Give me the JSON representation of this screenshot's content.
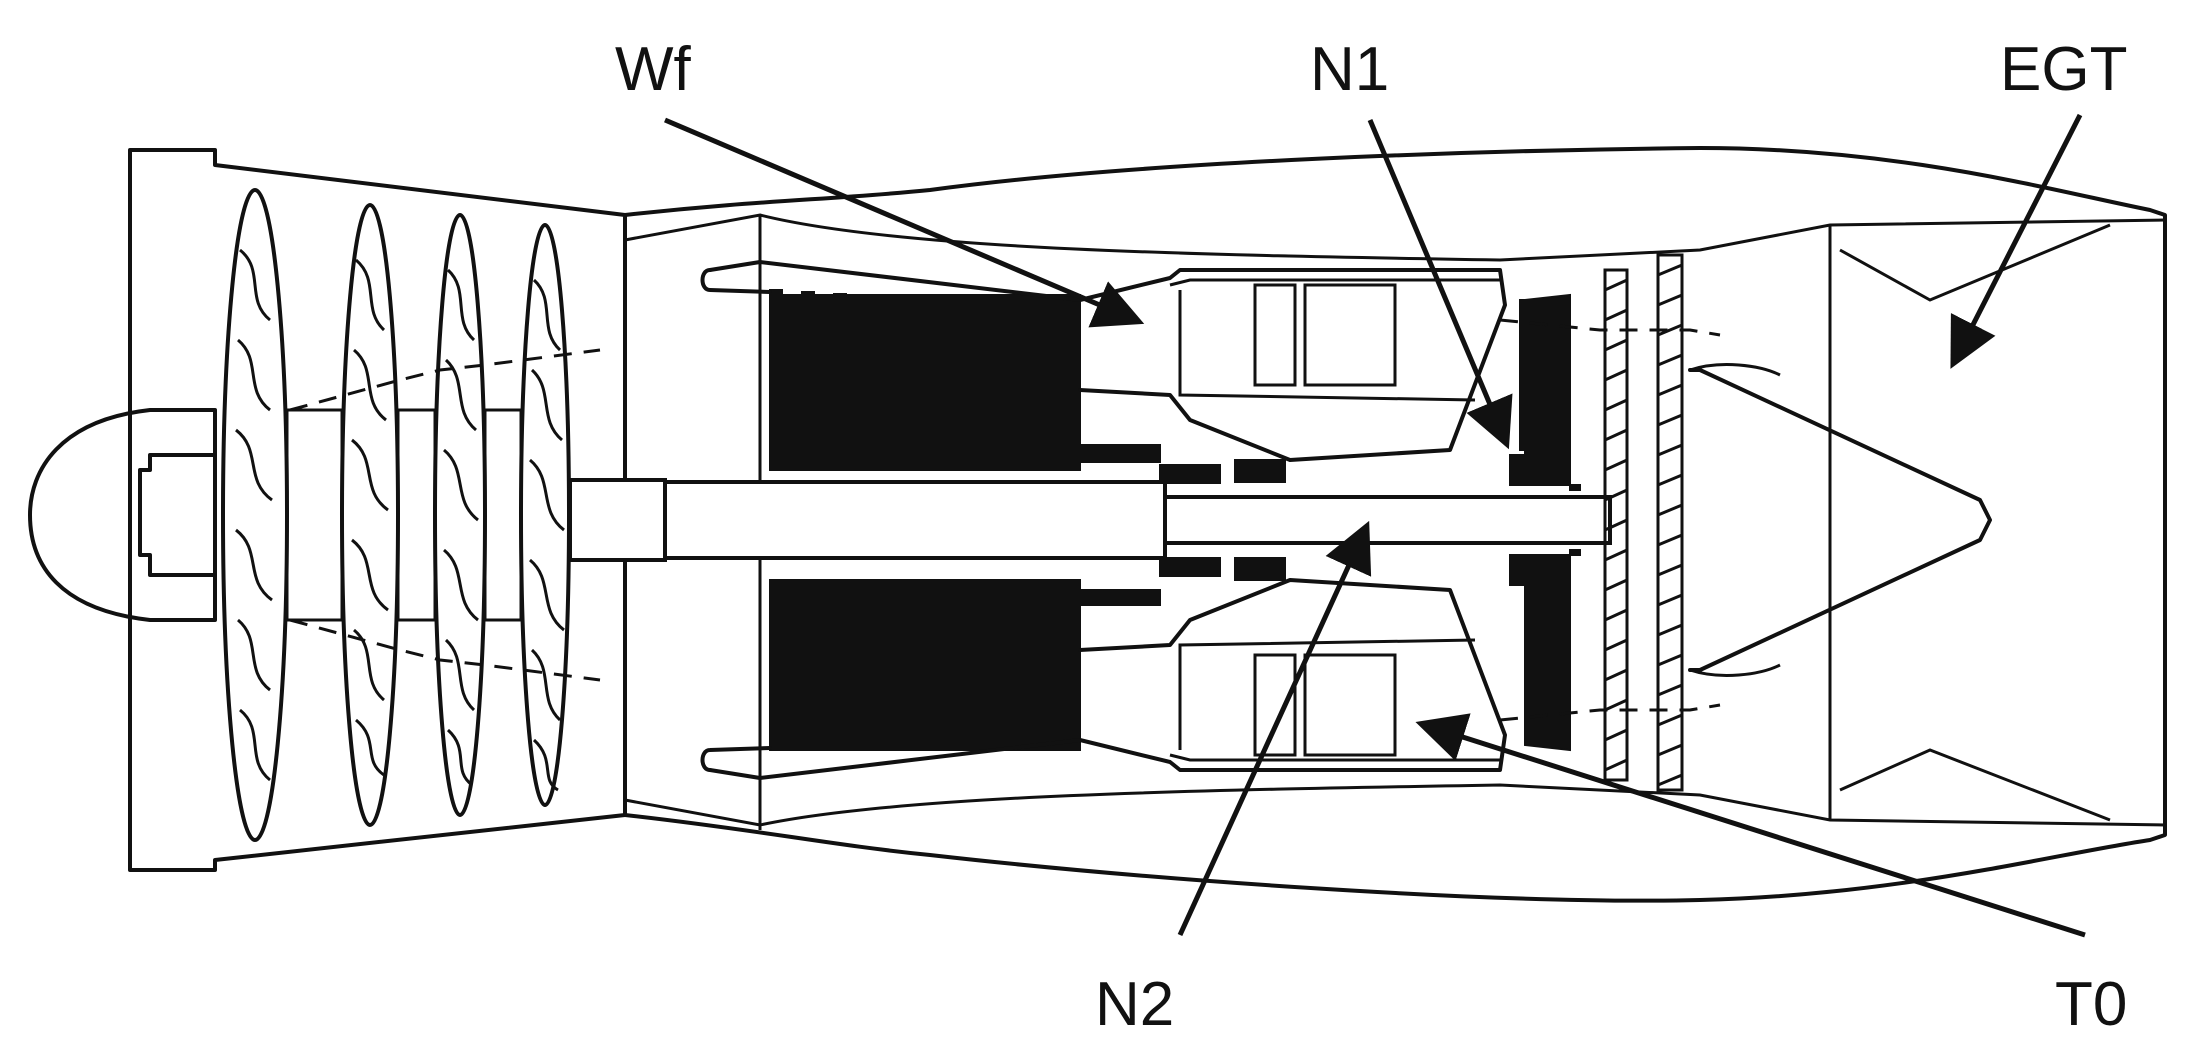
{
  "labels": {
    "wf": "Wf",
    "n1": "N1",
    "egt": "EGT",
    "n2": "N2",
    "t0": "T0"
  },
  "colors": {
    "ink": "#111111",
    "background": "#ffffff"
  }
}
